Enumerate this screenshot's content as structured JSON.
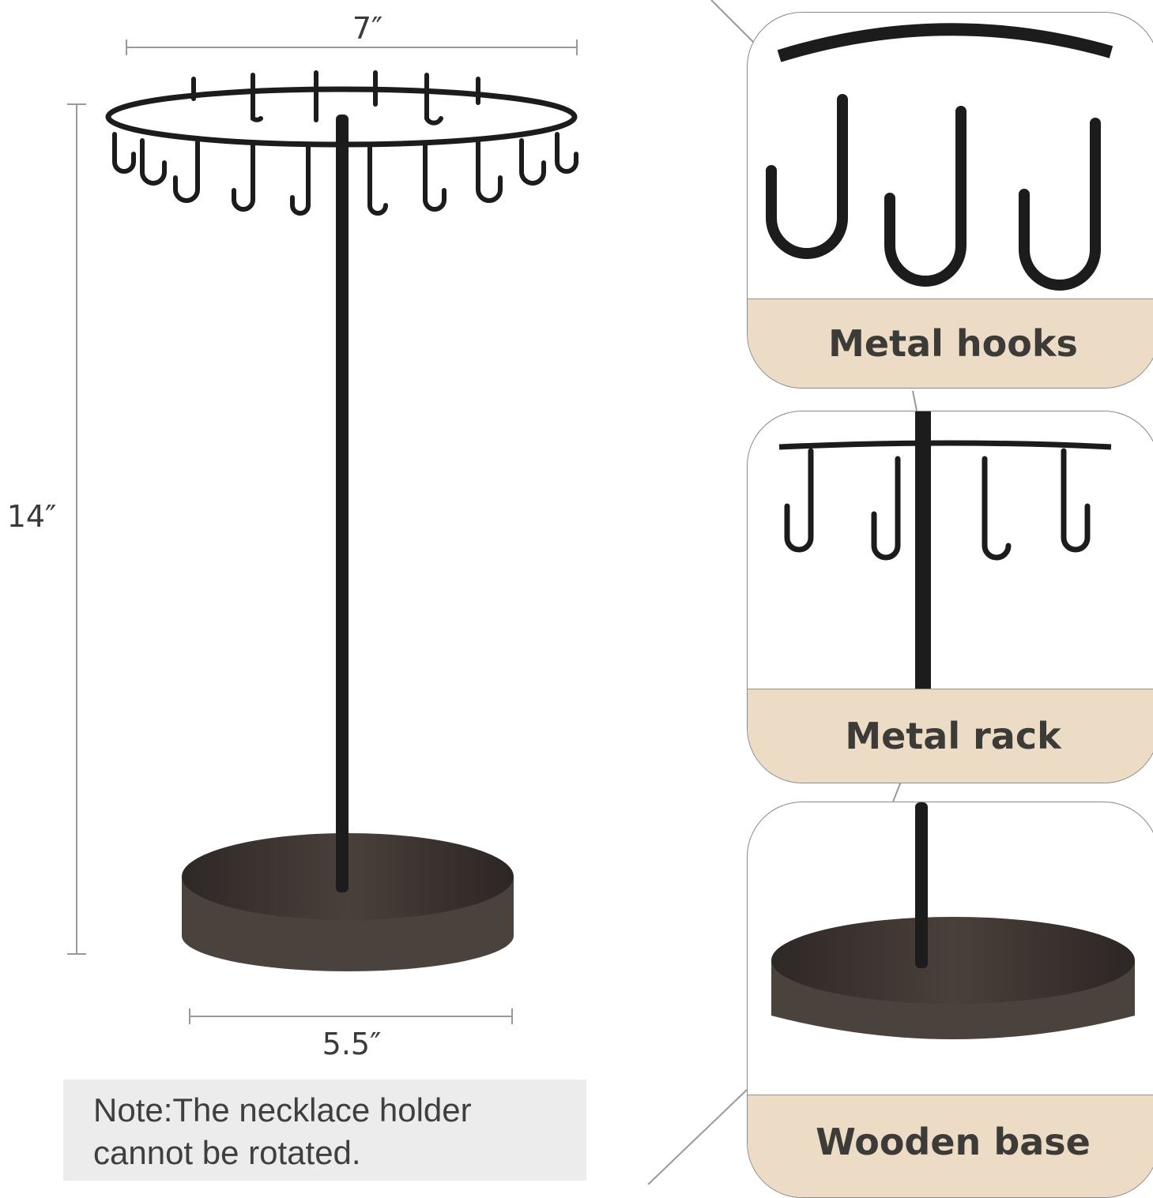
{
  "dimensions": {
    "width": "7″",
    "height": "14″",
    "base": "5.5″"
  },
  "note": {
    "line1": "Note:The necklace holder",
    "line2": "cannot be rotated."
  },
  "features": [
    {
      "label": "Metal hooks"
    },
    {
      "label": "Metal rack"
    },
    {
      "label": "Wooden base"
    }
  ],
  "colors": {
    "band": "#ecdcc6",
    "metal": "#1c1c1c",
    "wood": "#3b3330",
    "note_bg": "#ececec"
  }
}
